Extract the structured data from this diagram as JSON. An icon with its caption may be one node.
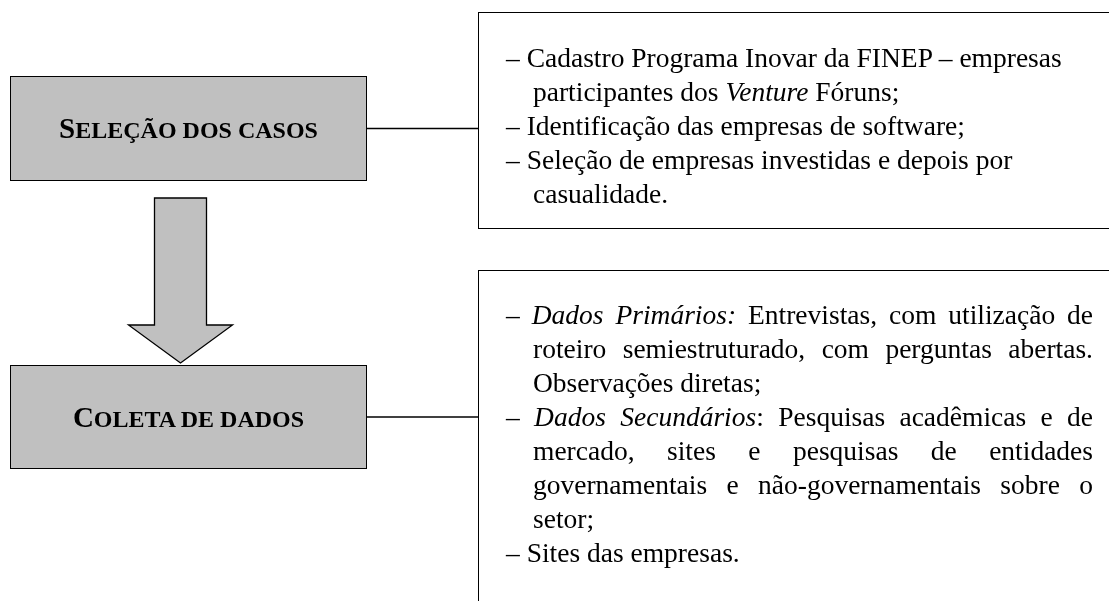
{
  "diagram": {
    "nodes": [
      {
        "text": [
          "SELEÇÃO DOS CASOS"
        ]
      },
      {
        "text": [
          "– Cadastro Programa Inovar da FINEP – empresas participantes dos *Venture* Fóruns;",
          "– Identificação das empresas de software;",
          "– Seleção de empresas investidas e depois por casualidade."
        ]
      },
      {
        "text": [
          "COLETA DE DADOS"
        ]
      },
      {
        "text": [
          "– *Dados Primários:* Entrevistas, com utilização de roteiro semiestruturado, com perguntas abertas. Observações diretas;",
          "– *Dados Secundários*: Pesquisas acadêmicas e de mercado, sites e pesquisas de entidades governamentais e não-governamentais sobre o setor;",
          "– Sites das empresas."
        ]
      }
    ],
    "edges": [
      {
        "from": 0,
        "to": 1,
        "arrow": "none"
      },
      {
        "from": 2,
        "to": 3,
        "arrow": "none"
      },
      {
        "from": 0,
        "to": 2,
        "arrow": "to",
        "style": "thick"
      }
    ]
  }
}
